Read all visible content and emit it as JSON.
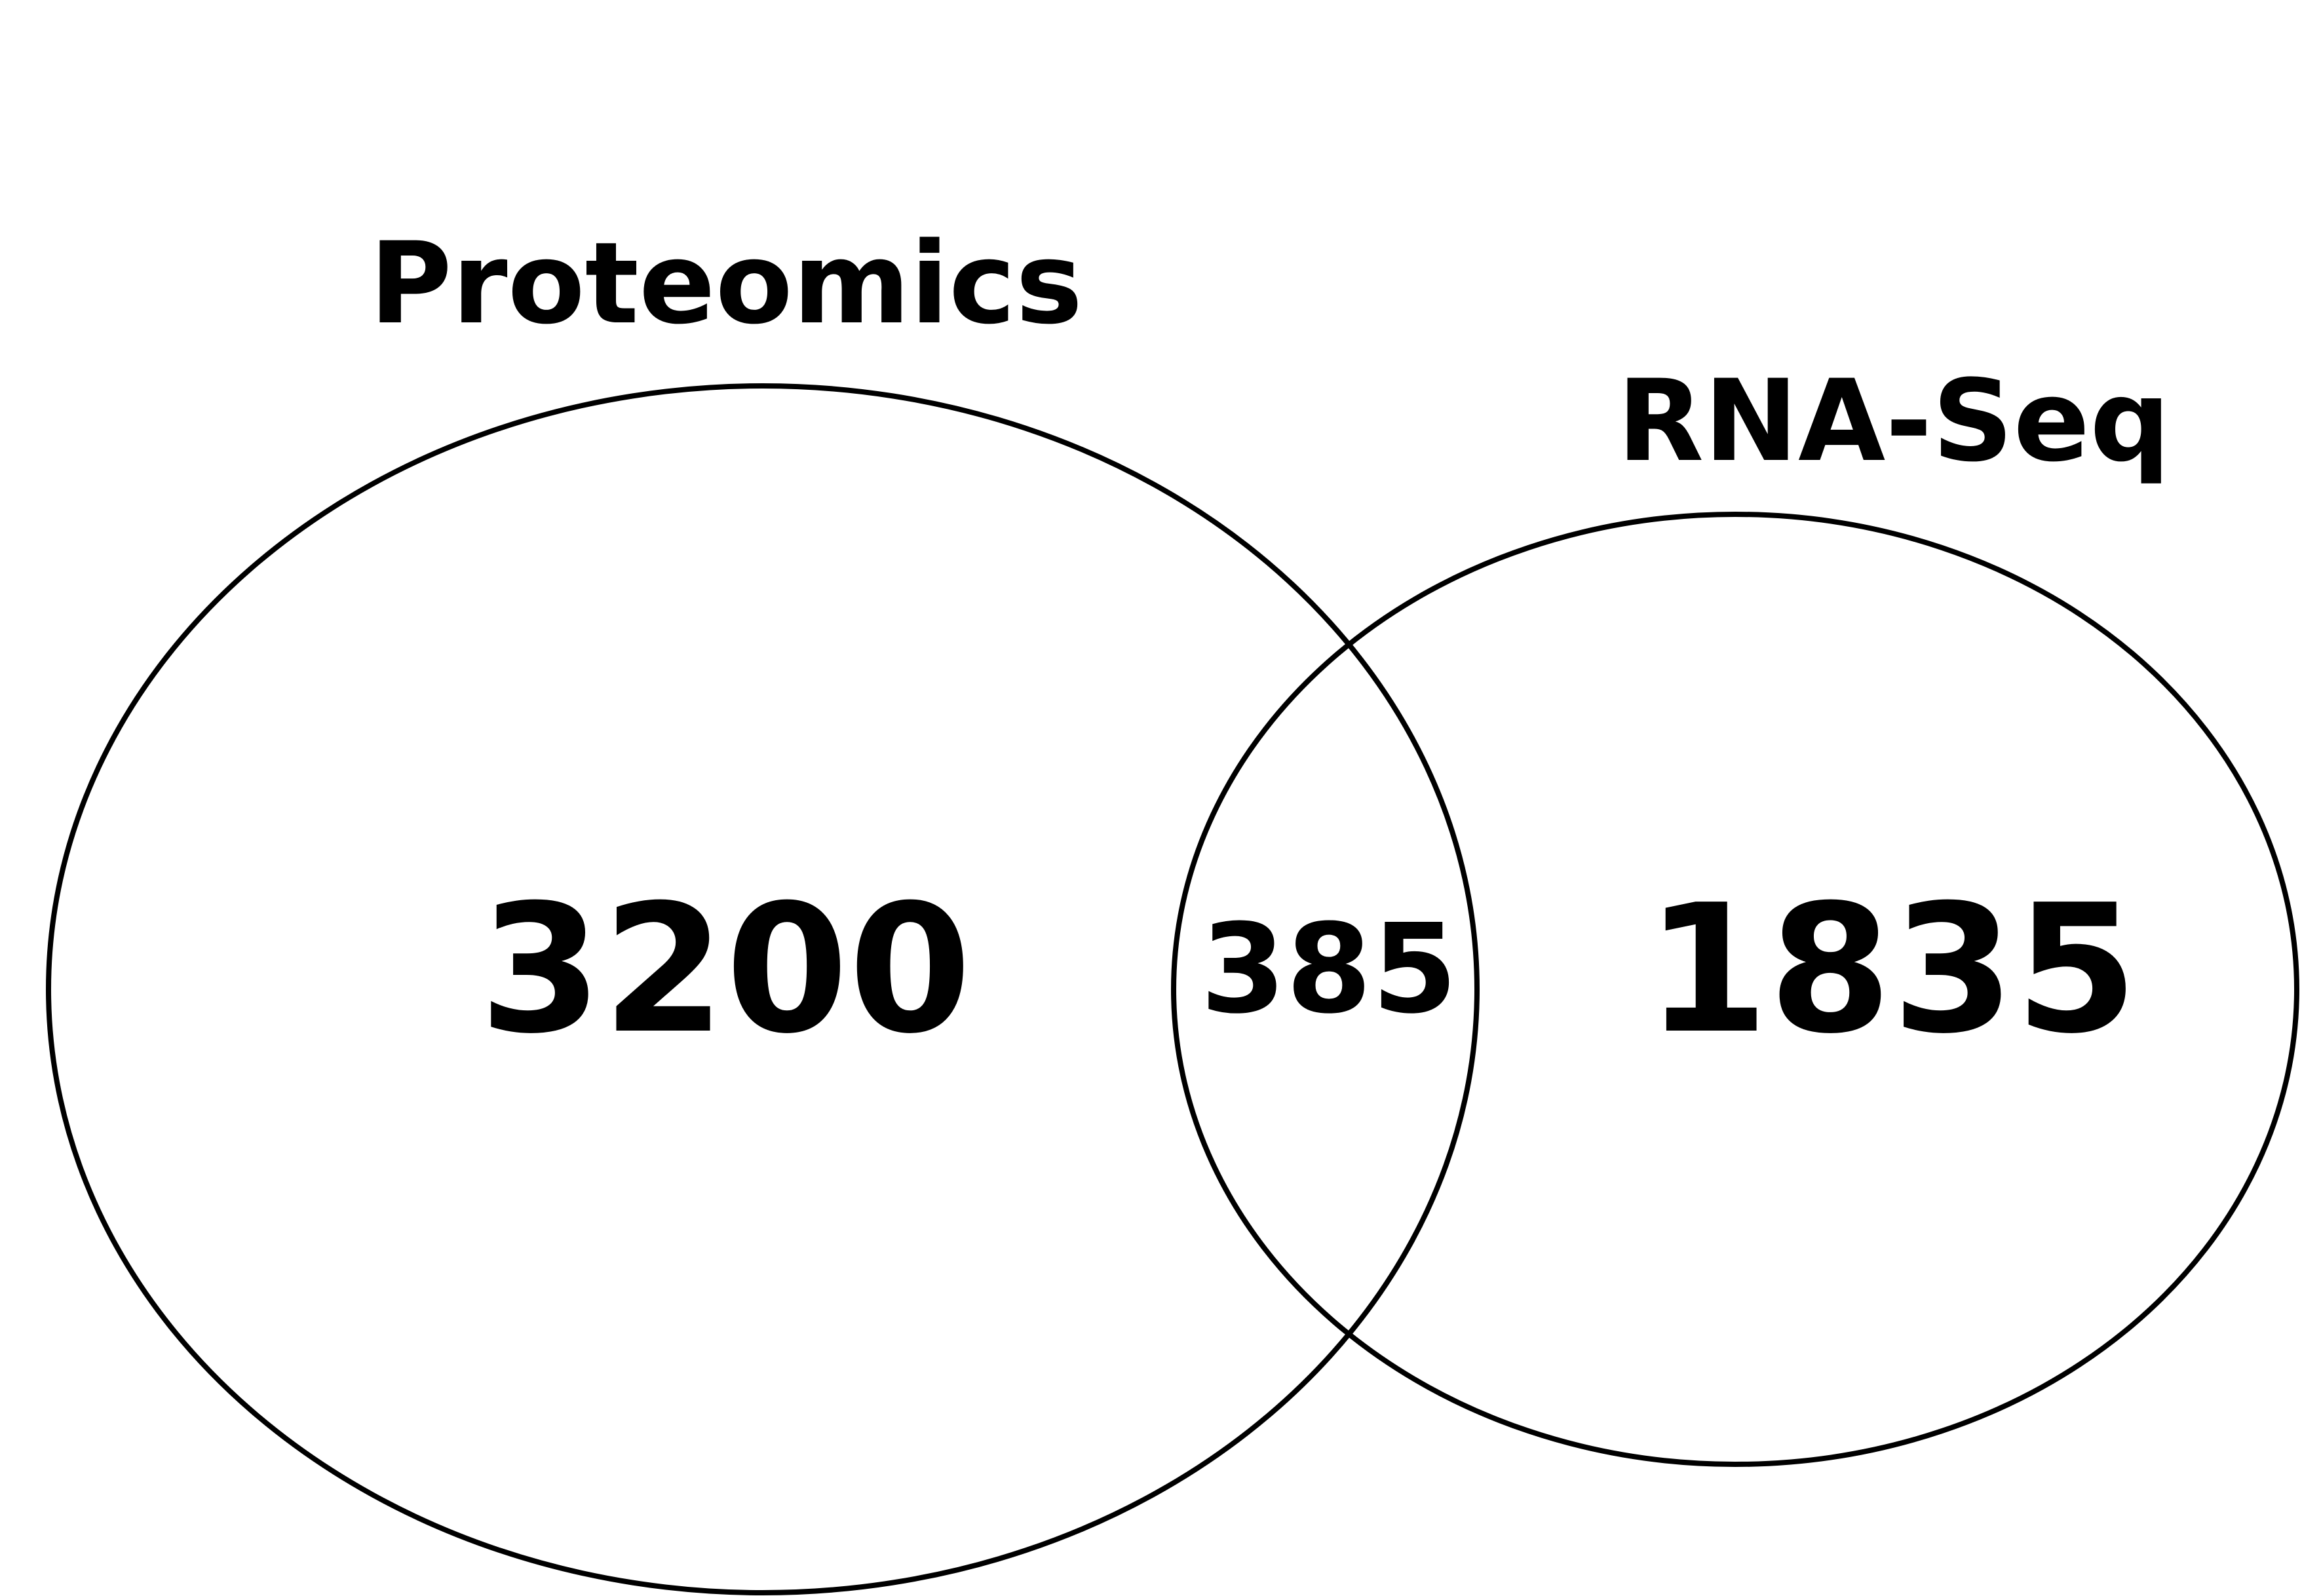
{
  "diagram": {
    "type": "venn",
    "sets": [
      {
        "id": "proteomics",
        "label": "Proteomics",
        "only_count": "3200"
      },
      {
        "id": "rnaseq",
        "label": "RNA-Seq",
        "only_count": "1835"
      }
    ],
    "intersection": {
      "sets": [
        "proteomics",
        "rnaseq"
      ],
      "count": "385"
    },
    "colors": {
      "stroke": "#000000",
      "text": "#000000",
      "background": "#ffffff"
    }
  }
}
